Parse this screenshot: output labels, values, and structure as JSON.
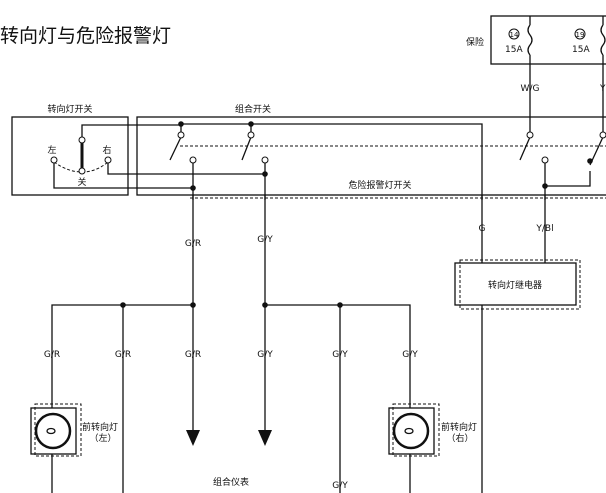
{
  "title": "转向灯与危险报警灯",
  "fuse_box": {
    "label": "保险",
    "fuses": [
      {
        "number": "14",
        "rating": "15A"
      },
      {
        "number": "19",
        "rating": "15A"
      }
    ]
  },
  "components": {
    "turn_switch": "转向灯开关",
    "combination_switch": "组合开关",
    "hazard_switch": "危险报警灯开关",
    "relay": "转向灯继电器",
    "cluster": "组合仪表",
    "lamp_left": "前转向灯",
    "lamp_left_side": "（左）",
    "lamp_right": "前转向灯",
    "lamp_right_side": "（右）"
  },
  "switch_positions": {
    "left": "左",
    "right": "右",
    "off": "关"
  },
  "wires": {
    "wg": "W/G",
    "y": "Y",
    "g": "G",
    "ybl": "Y/Bl",
    "gr1": "G/R",
    "gy1": "G/Y",
    "gr_a": "G/R",
    "gr_b": "G/R",
    "gr_c": "G/R",
    "gy_a": "G/Y",
    "gy_b": "G/Y",
    "gy_c": "G/Y",
    "gy_bottom": "G/Y"
  }
}
